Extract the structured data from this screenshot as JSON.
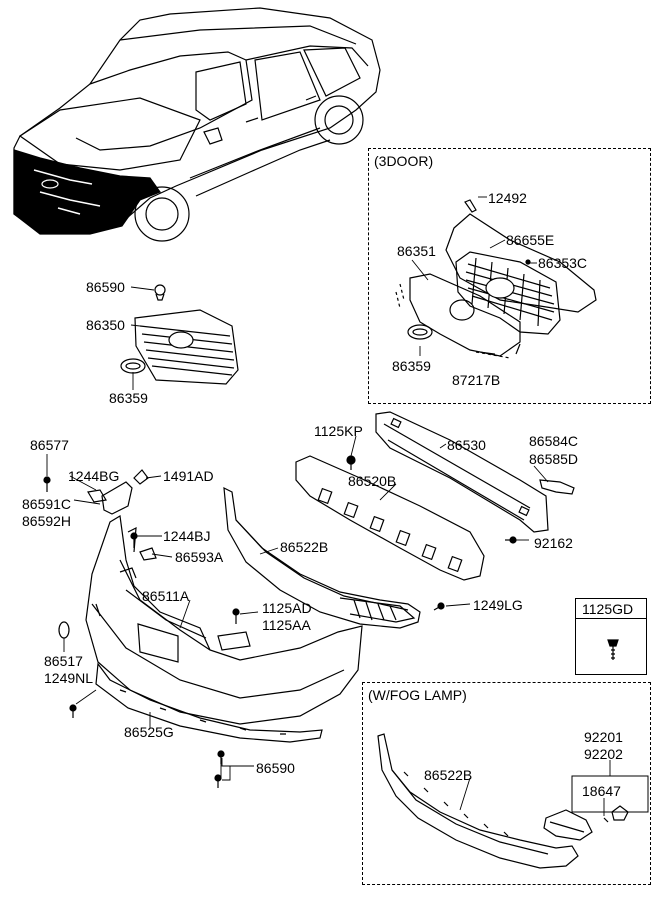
{
  "labels": {
    "p12492": "12492",
    "p86655E": "86655E",
    "p86351": "86351",
    "p86353C": "86353C",
    "p86359_3d": "86359",
    "p87217B": "87217B",
    "p86590_top": "86590",
    "p86350": "86350",
    "p86359": "86359",
    "p1125KP": "1125KP",
    "p86530": "86530",
    "p86584C": "86584C",
    "p86585D": "86585D",
    "p86520B": "86520B",
    "p92162": "92162",
    "p86577": "86577",
    "p1244BG": "1244BG",
    "p1491AD": "1491AD",
    "p86591C": "86591C",
    "p86592H": "86592H",
    "p1244BJ": "1244BJ",
    "p86593A": "86593A",
    "p86522B": "86522B",
    "p86511A": "86511A",
    "p1125AD": "1125AD",
    "p1125AA": "1125AA",
    "p1249LG": "1249LG",
    "p1125GD": "1125GD",
    "p86517": "86517",
    "p1249NL": "1249NL",
    "p86525G": "86525G",
    "p86590_bot": "86590",
    "p92201": "92201",
    "p92202": "92202",
    "p18647": "18647",
    "p86522B_fog": "86522B"
  },
  "boxes": {
    "three_door": "(3DOOR)",
    "fog_lamp": "(W/FOG LAMP)"
  }
}
